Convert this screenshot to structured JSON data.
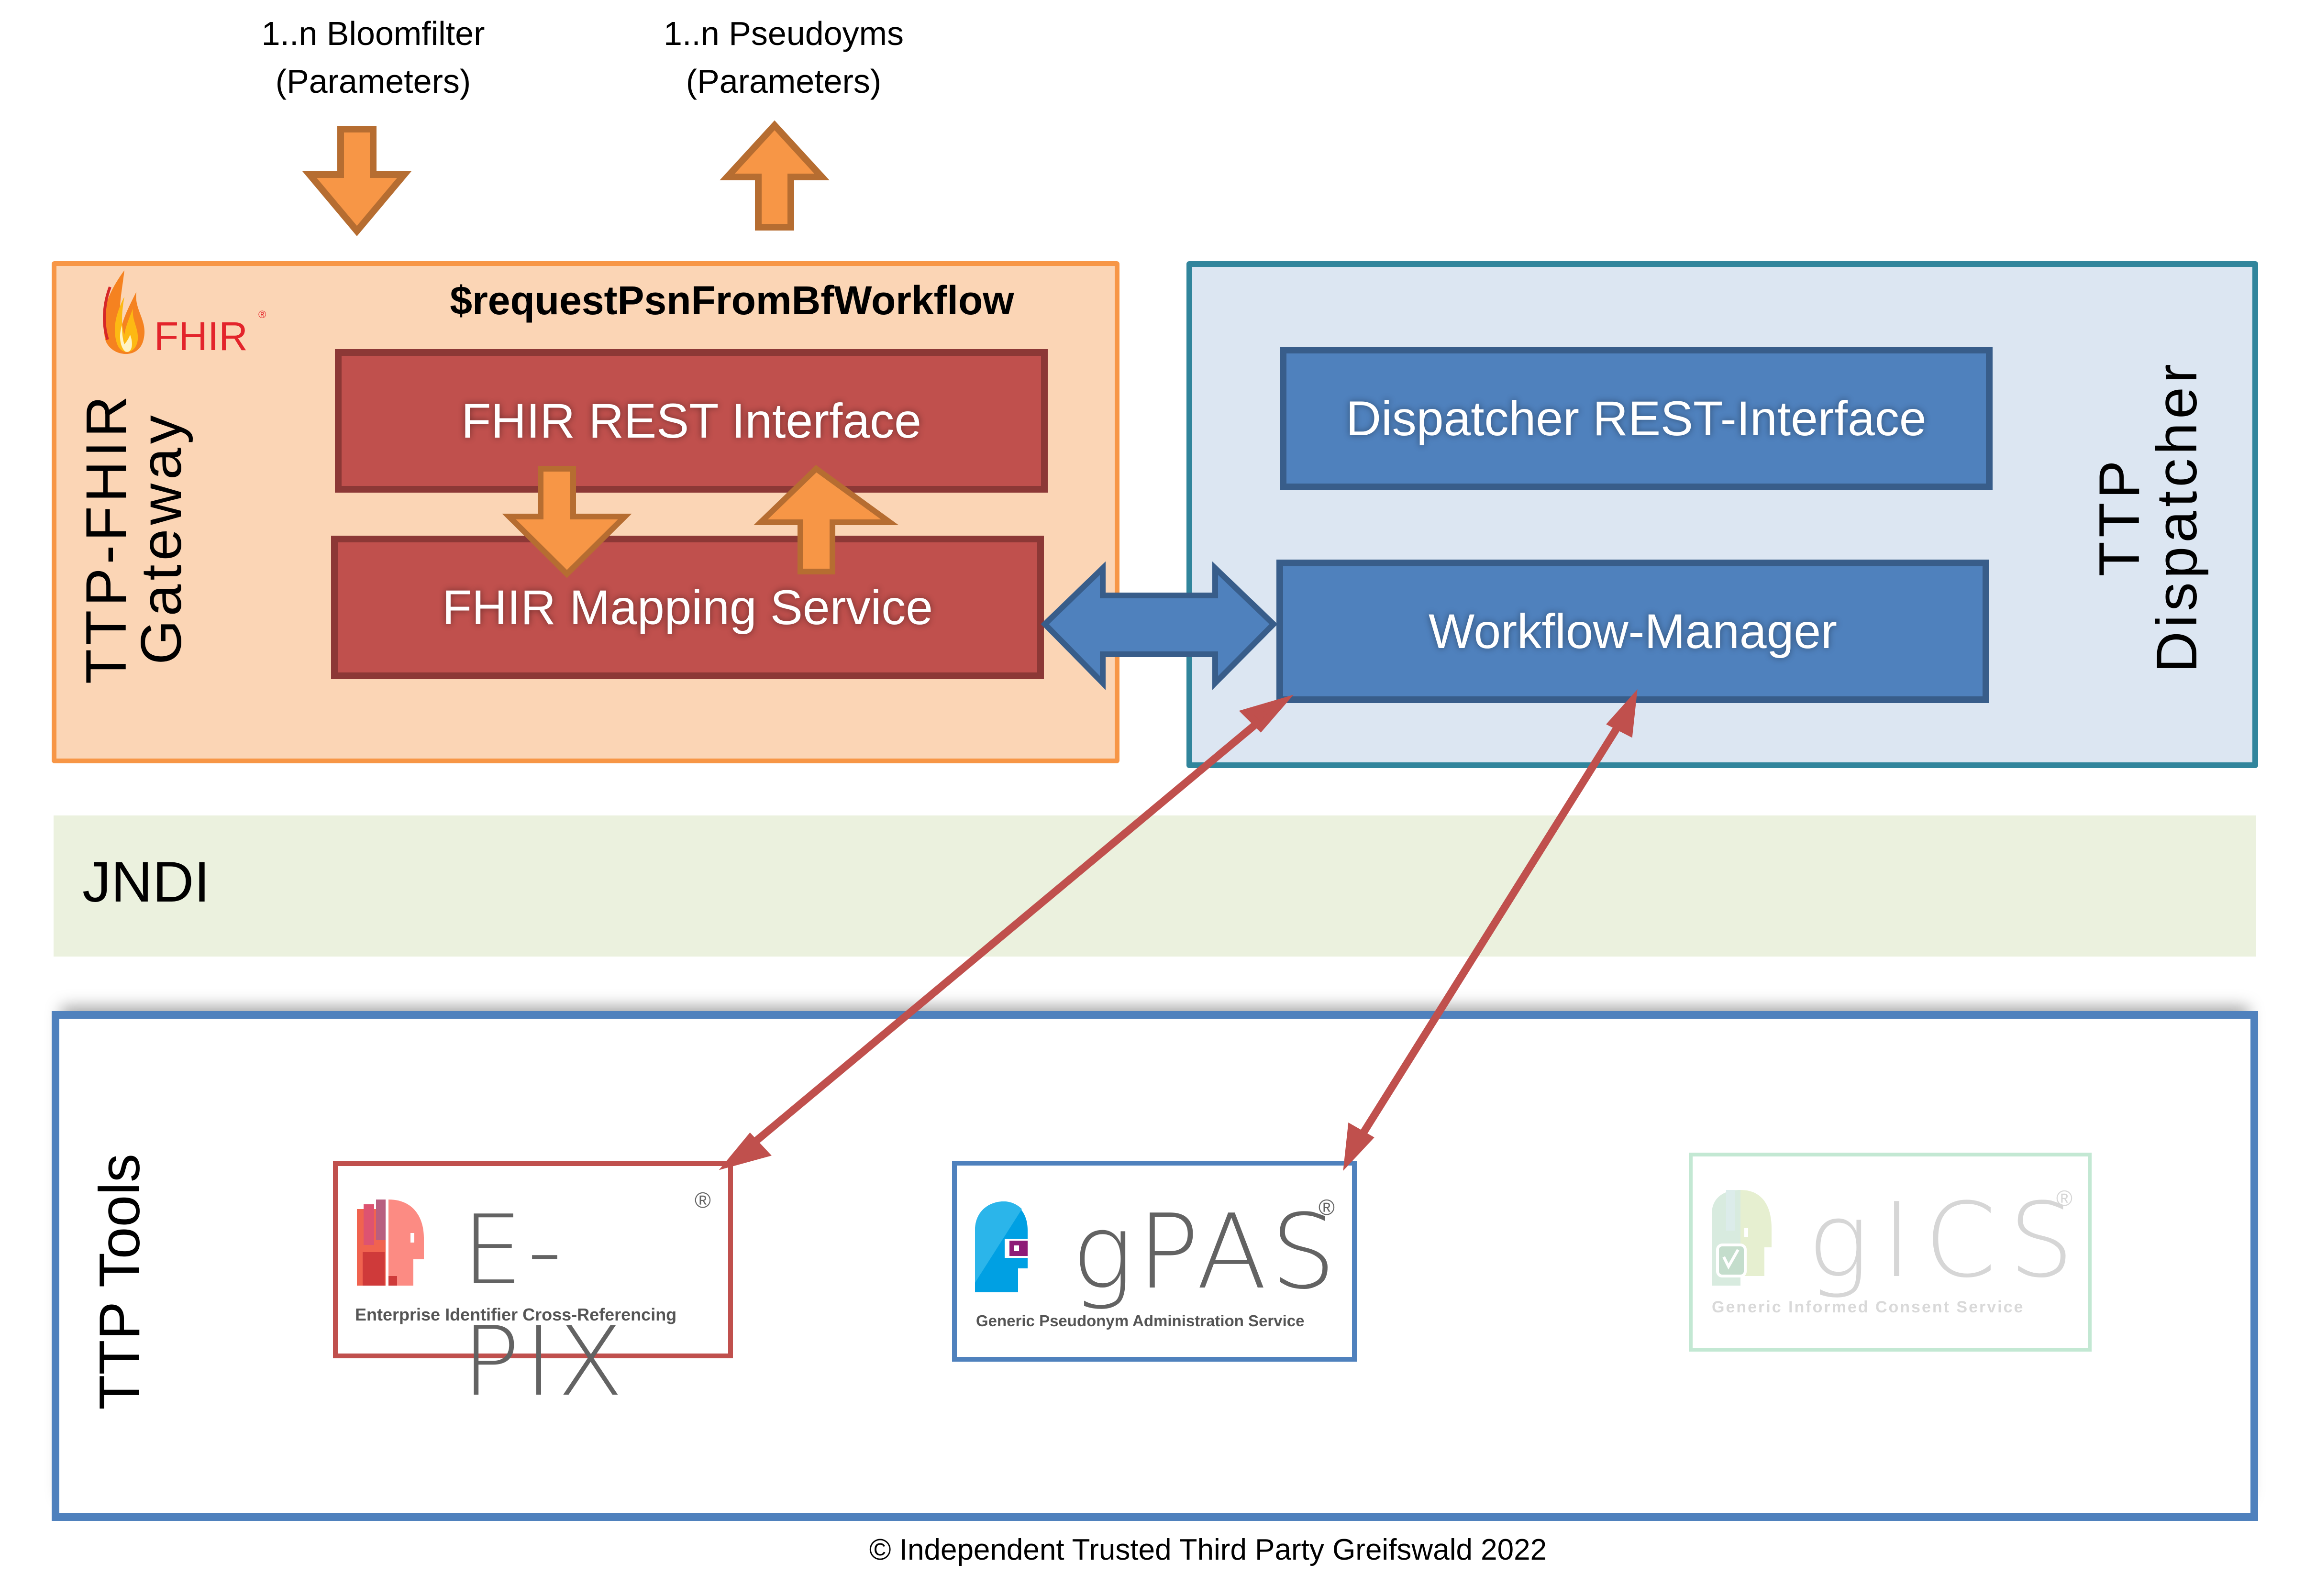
{
  "inputs": {
    "bloomfilter": {
      "line1": "1..n Bloomfilter",
      "line2": "(Parameters)"
    },
    "pseudonyms": {
      "line1": "1..n Pseudoyms",
      "line2": "(Parameters)"
    }
  },
  "gateway": {
    "title_line1": "TTP-FHIR",
    "title_line2": "Gateway",
    "logo_text": "FHIR",
    "logo_reg": "®",
    "operation": "$requestPsnFromBfWorkflow",
    "rest_interface": "FHIR REST Interface",
    "mapping_service": "FHIR Mapping Service"
  },
  "dispatcher": {
    "title_line1": "TTP",
    "title_line2": "Dispatcher",
    "rest_interface": "Dispatcher REST-Interface",
    "workflow_manager": "Workflow-Manager"
  },
  "jndi": {
    "label": "JNDI"
  },
  "tools": {
    "title": "TTP Tools",
    "items": [
      {
        "name": "E-PIX",
        "reg": "®",
        "subtitle": "Enterprise Identifier Cross-Referencing",
        "border": "#c0504d",
        "active": true
      },
      {
        "name": "gPAS",
        "reg": "®",
        "subtitle": "Generic Pseudonym Administration Service",
        "border": "#4f81bd",
        "active": true
      },
      {
        "name": "gICS",
        "reg": "®",
        "subtitle": "Generic Informed Consent Service",
        "border": "#c3e8d3",
        "active": false
      }
    ]
  },
  "colors": {
    "gateway_fill": "#fbd5b5",
    "gateway_border": "#f79646",
    "dispatcher_fill": "#dce6f2",
    "dispatcher_border": "#31859c",
    "red_block": "#c0504d",
    "blue_block": "#4f81bd",
    "connector_red": "#c0504d",
    "arrow_orange": "#f79646",
    "jndi_fill": "#ebf1de"
  },
  "footer": {
    "copyright": "© Independent Trusted Third Party Greifswald 2022"
  }
}
